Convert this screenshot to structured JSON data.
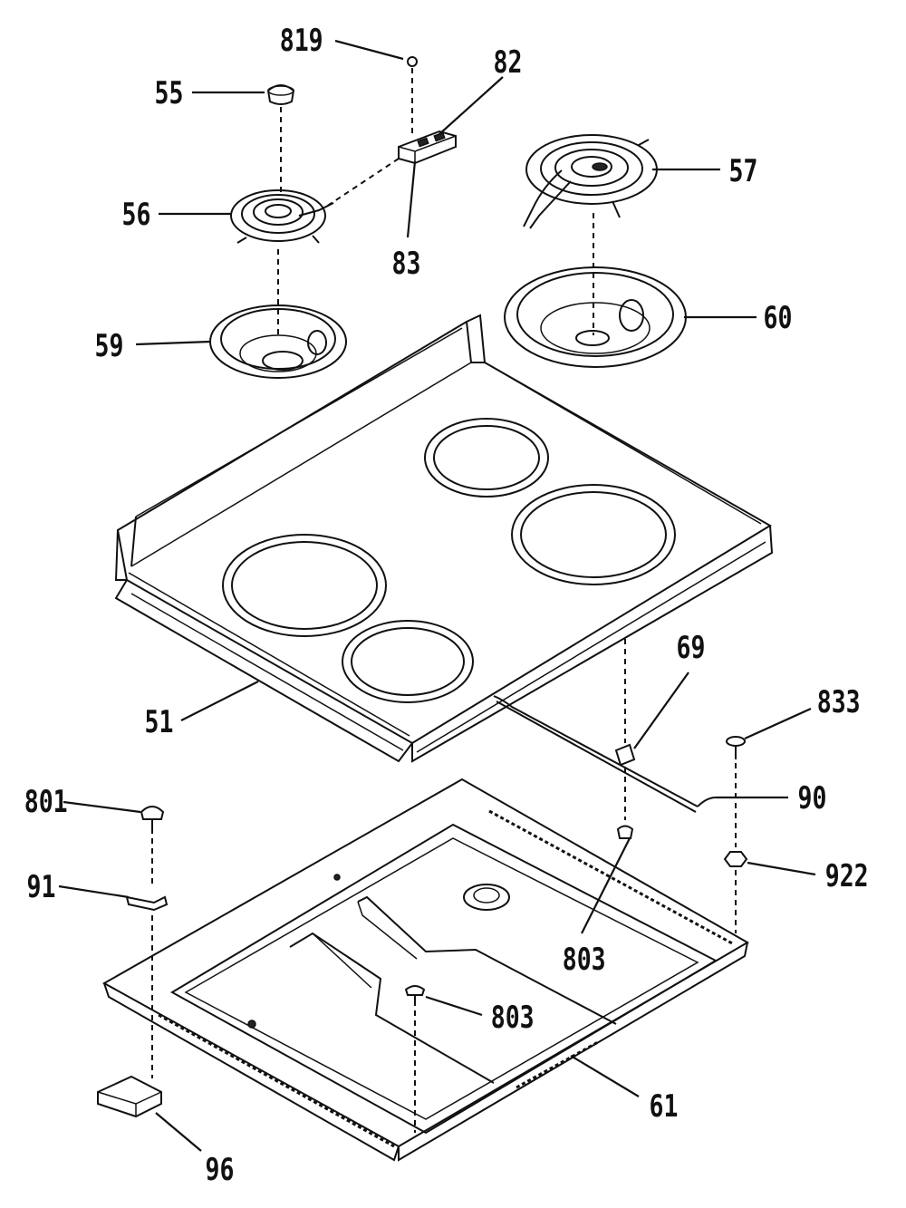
{
  "labels": {
    "l819": "819",
    "l82": "82",
    "l55": "55",
    "l57": "57",
    "l56": "56",
    "l83": "83",
    "l60": "60",
    "l59": "59",
    "l69": "69",
    "l833": "833",
    "l51": "51",
    "l801": "801",
    "l90": "90",
    "l91": "91",
    "l922": "922",
    "l803a": "803",
    "l803b": "803",
    "l61": "61",
    "l96": "96"
  }
}
